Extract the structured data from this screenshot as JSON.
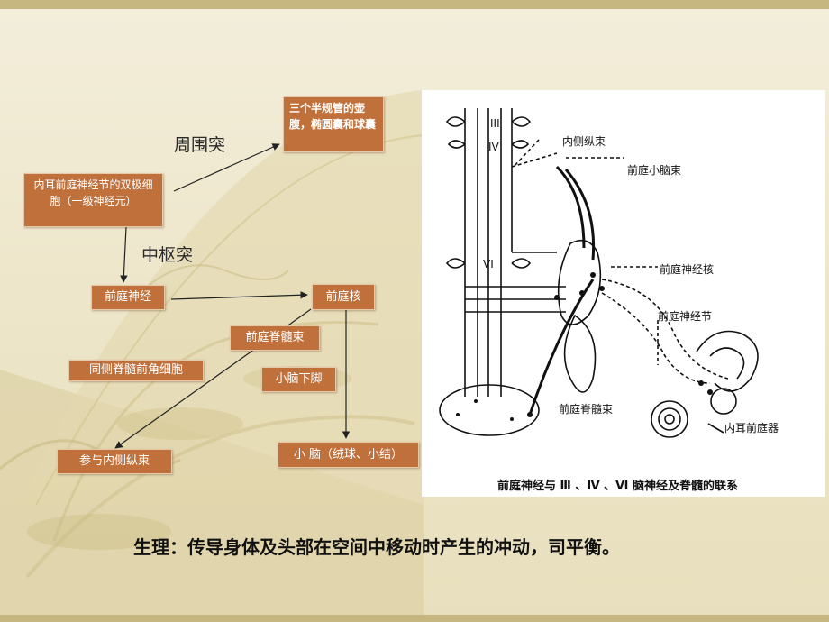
{
  "boxes": {
    "semicircular": "三个半规管的壶腹，椭圆囊和球囊",
    "bipolar": "内耳前庭神经节的双极细胞（一级神经元）",
    "vest_nerve": "前庭神经",
    "vest_nucleus": "前庭核",
    "vest_spinal_tract": "前庭脊髓束",
    "ipsi_anterior_horn": "同侧脊髓前角细胞",
    "inf_cerebellar_peduncle": "小脑下脚",
    "medial_longitudinal": "参与内侧纵束",
    "cerebellum": "小 脑（绒球、小结）"
  },
  "labels": {
    "peripheral": "周围突",
    "central": "中枢突"
  },
  "figure": {
    "roman_iii": "III",
    "roman_iv": "IV",
    "roman_vi": "VI",
    "inner_mlf": "内侧纵束",
    "vest_cerebellar": "前庭小脑束",
    "vest_nucleus": "前庭神经核",
    "vest_ganglion": "前庭神经节",
    "vest_spinal": "前庭脊髓束",
    "inner_ear": "内耳前庭器",
    "caption": "前庭神经与 Ⅲ 、Ⅳ 、Ⅵ 脑神经及脊髓的联系"
  },
  "bottom": "生理：传导身体及头部在空间中移动时产生的冲动，司平衡。",
  "colors": {
    "box_fill": "#c0703b",
    "background": "#efe8cf",
    "band": "#c6b781"
  }
}
